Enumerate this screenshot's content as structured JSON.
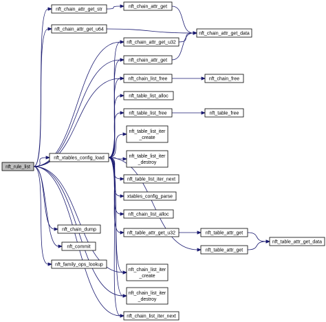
{
  "diagram": {
    "nodes": [
      {
        "id": "nft_rule_list",
        "lines": [
          "nft_rule_list"
        ],
        "root": true
      },
      {
        "id": "nft_chain_attr_get_str",
        "lines": [
          "nft_chain_attr_get_str"
        ]
      },
      {
        "id": "nft_chain_attr_get_u64",
        "lines": [
          "nft_chain_attr_get_u64"
        ]
      },
      {
        "id": "nft_xtables_config_load",
        "lines": [
          "nft_xtables_config_load"
        ]
      },
      {
        "id": "nft_chain_dump",
        "lines": [
          "nft_chain_dump"
        ]
      },
      {
        "id": "nft_commit",
        "lines": [
          "nft_commit"
        ]
      },
      {
        "id": "nft_family_ops_lookup",
        "lines": [
          "nft_family_ops_lookup"
        ]
      },
      {
        "id": "nft_chain_attr_get",
        "lines": [
          "nft_chain_attr_get"
        ]
      },
      {
        "id": "nft_chain_attr_get_u32",
        "lines": [
          "nft_chain_attr_get_u32"
        ]
      },
      {
        "id": "nft_chain_attr_get_2",
        "lines": [
          "nft_chain_attr_get"
        ]
      },
      {
        "id": "nft_chain_list_free",
        "lines": [
          "nft_chain_list_free"
        ]
      },
      {
        "id": "nft_table_list_alloc",
        "lines": [
          "nft_table_list_alloc"
        ]
      },
      {
        "id": "nft_table_list_free",
        "lines": [
          "nft_table_list_free"
        ]
      },
      {
        "id": "nft_table_list_iter_create",
        "lines": [
          "nft_table_list_iter",
          "_create"
        ]
      },
      {
        "id": "nft_table_list_iter_destroy",
        "lines": [
          "nft_table_list_iter",
          "_destroy"
        ]
      },
      {
        "id": "nft_table_list_iter_next",
        "lines": [
          "nft_table_list_iter_next"
        ]
      },
      {
        "id": "xtables_config_parse",
        "lines": [
          "xtables_config_parse"
        ]
      },
      {
        "id": "nft_chain_list_alloc",
        "lines": [
          "nft_chain_list_alloc"
        ]
      },
      {
        "id": "nft_table_attr_get_u32",
        "lines": [
          "nft_table_attr_get_u32"
        ]
      },
      {
        "id": "nft_chain_list_iter_create",
        "lines": [
          "nft_chain_list_iter",
          "_create"
        ]
      },
      {
        "id": "nft_chain_list_iter_destroy",
        "lines": [
          "nft_chain_list_iter",
          "_destroy"
        ]
      },
      {
        "id": "nft_chain_list_iter_next",
        "lines": [
          "nft_chain_list_iter_next"
        ]
      },
      {
        "id": "nft_chain_attr_get_data",
        "lines": [
          "nft_chain_attr_get_data"
        ]
      },
      {
        "id": "nft_chain_free",
        "lines": [
          "nft_chain_free"
        ]
      },
      {
        "id": "nft_table_free",
        "lines": [
          "nft_table_free"
        ]
      },
      {
        "id": "nft_table_attr_get",
        "lines": [
          "nft_table_attr_get"
        ]
      },
      {
        "id": "nft_table_attr_get_2",
        "lines": [
          "nft_table_attr_get"
        ]
      },
      {
        "id": "nft_table_attr_get_data",
        "lines": [
          "nft_table_attr_get_data"
        ]
      }
    ],
    "edges": [
      [
        "nft_rule_list",
        "nft_chain_attr_get_str"
      ],
      [
        "nft_rule_list",
        "nft_chain_attr_get_u64"
      ],
      [
        "nft_rule_list",
        "nft_chain_attr_get_u32"
      ],
      [
        "nft_rule_list",
        "nft_chain_attr_get_2"
      ],
      [
        "nft_rule_list",
        "nft_chain_list_free"
      ],
      [
        "nft_rule_list",
        "nft_xtables_config_load"
      ],
      [
        "nft_rule_list",
        "nft_chain_dump"
      ],
      [
        "nft_rule_list",
        "nft_commit"
      ],
      [
        "nft_rule_list",
        "nft_family_ops_lookup"
      ],
      [
        "nft_rule_list",
        "nft_chain_list_iter_create"
      ],
      [
        "nft_rule_list",
        "nft_chain_list_iter_destroy"
      ],
      [
        "nft_rule_list",
        "nft_chain_list_iter_next"
      ],
      [
        "nft_chain_attr_get_str",
        "nft_chain_attr_get"
      ],
      [
        "nft_chain_attr_get",
        "nft_chain_attr_get_data"
      ],
      [
        "nft_chain_attr_get_u64",
        "nft_chain_attr_get_data"
      ],
      [
        "nft_chain_attr_get_u32",
        "nft_chain_attr_get_data"
      ],
      [
        "nft_chain_attr_get_2",
        "nft_chain_attr_get_data"
      ],
      [
        "nft_chain_list_free",
        "nft_chain_free"
      ],
      [
        "nft_table_list_free",
        "nft_table_free"
      ],
      [
        "nft_xtables_config_load",
        "nft_chain_attr_get_u32"
      ],
      [
        "nft_xtables_config_load",
        "nft_chain_attr_get_2"
      ],
      [
        "nft_xtables_config_load",
        "nft_chain_list_free"
      ],
      [
        "nft_xtables_config_load",
        "nft_table_list_alloc"
      ],
      [
        "nft_xtables_config_load",
        "nft_table_list_free"
      ],
      [
        "nft_xtables_config_load",
        "nft_table_list_iter_create"
      ],
      [
        "nft_xtables_config_load",
        "nft_table_list_iter_destroy"
      ],
      [
        "nft_xtables_config_load",
        "nft_table_list_iter_next"
      ],
      [
        "nft_xtables_config_load",
        "xtables_config_parse"
      ],
      [
        "nft_xtables_config_load",
        "nft_chain_list_alloc"
      ],
      [
        "nft_xtables_config_load",
        "nft_table_attr_get_u32"
      ],
      [
        "nft_xtables_config_load",
        "nft_table_attr_get_2"
      ],
      [
        "nft_xtables_config_load",
        "nft_chain_list_iter_create"
      ],
      [
        "nft_xtables_config_load",
        "nft_chain_list_iter_destroy"
      ],
      [
        "nft_xtables_config_load",
        "nft_chain_list_iter_next"
      ],
      [
        "nft_table_attr_get_u32",
        "nft_table_attr_get"
      ],
      [
        "nft_table_attr_get",
        "nft_table_attr_get_data"
      ],
      [
        "nft_table_attr_get_2",
        "nft_table_attr_get_data"
      ]
    ]
  }
}
